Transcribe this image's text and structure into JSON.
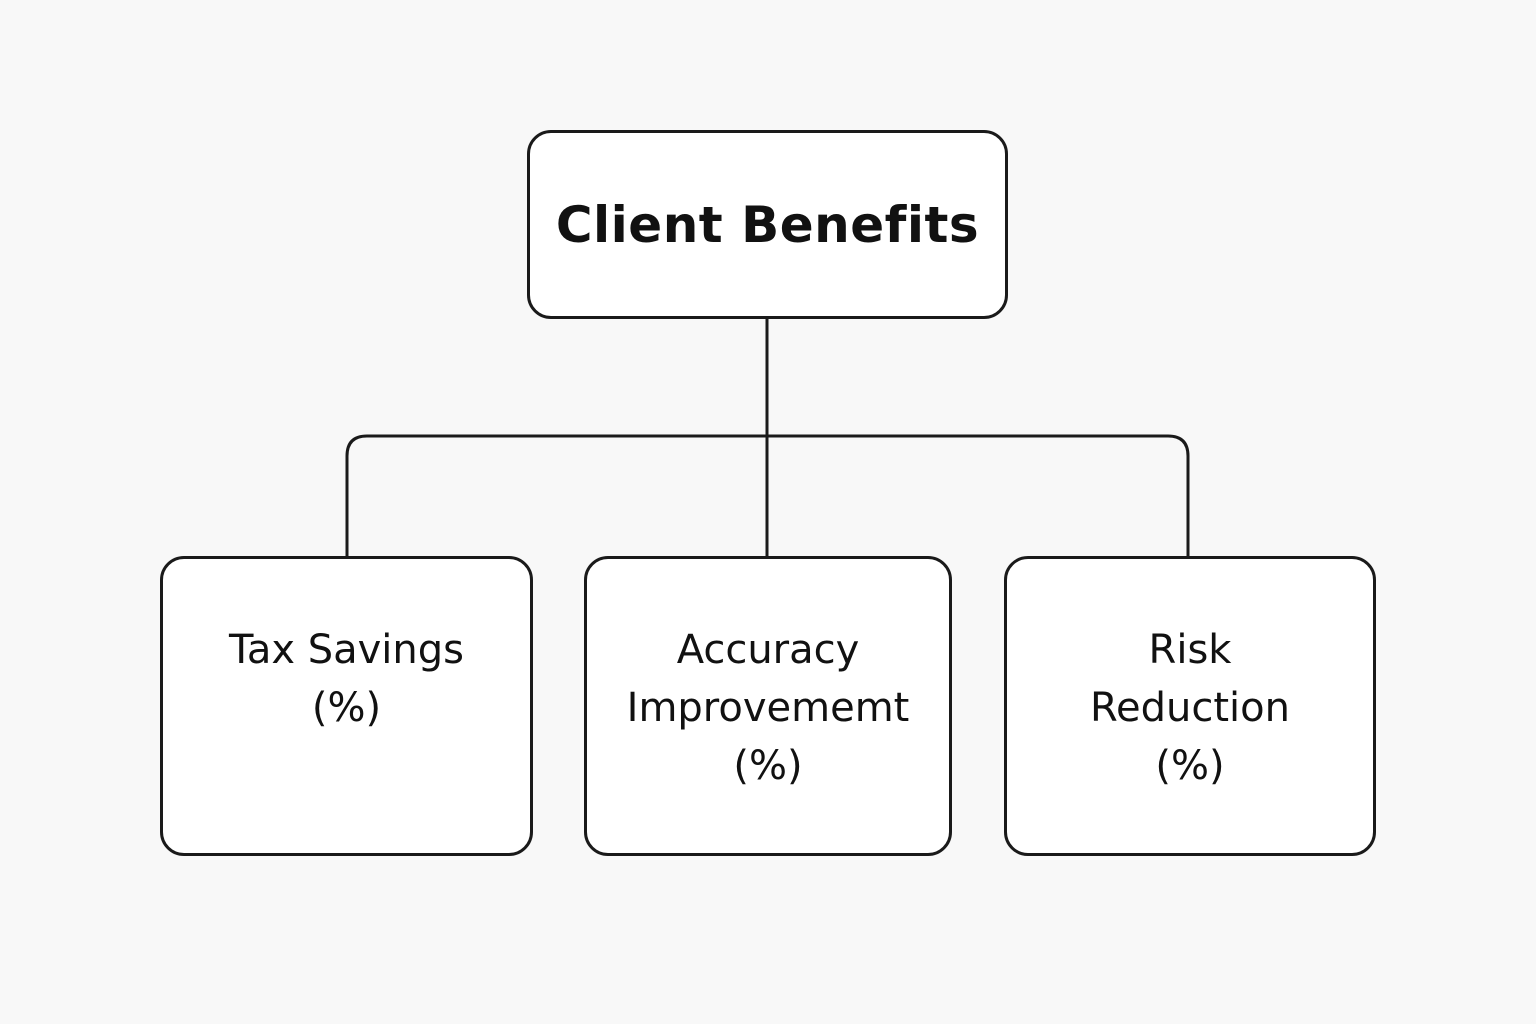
{
  "diagram": {
    "root": {
      "label": "Client Benefits"
    },
    "children": [
      {
        "lines": [
          "Tax Savings",
          "(%)"
        ]
      },
      {
        "lines": [
          "Accuracy",
          "Improvememt",
          "(%)"
        ]
      },
      {
        "lines": [
          "Risk",
          "Reduction",
          "(%)"
        ]
      }
    ]
  },
  "colors": {
    "background": "#f8f8f8",
    "stroke": "#1a1a1a",
    "text": "#111111"
  }
}
